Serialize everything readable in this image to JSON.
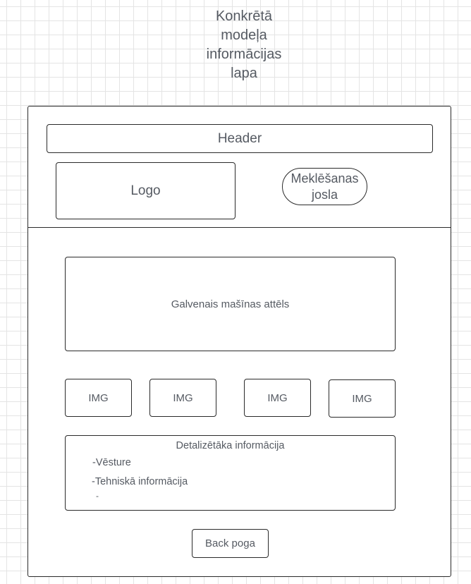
{
  "title_lines": [
    "Konkrētā",
    "modeļa",
    "informācijas",
    "lapa"
  ],
  "header": {
    "label": "Header"
  },
  "logo": {
    "label": "Logo"
  },
  "search": {
    "line1": "Meklēšanas",
    "line2": "josla"
  },
  "main_image": {
    "label": "Galvenais mašīnas attēls"
  },
  "thumbnails": [
    {
      "label": "IMG"
    },
    {
      "label": "IMG"
    },
    {
      "label": "IMG"
    },
    {
      "label": "IMG"
    }
  ],
  "details": {
    "title": "Detalizētāka informācija",
    "items": [
      "-Vēsture",
      "-Tehniskā informācija",
      "-. . ."
    ]
  },
  "back_button": {
    "label": "Back poga"
  }
}
